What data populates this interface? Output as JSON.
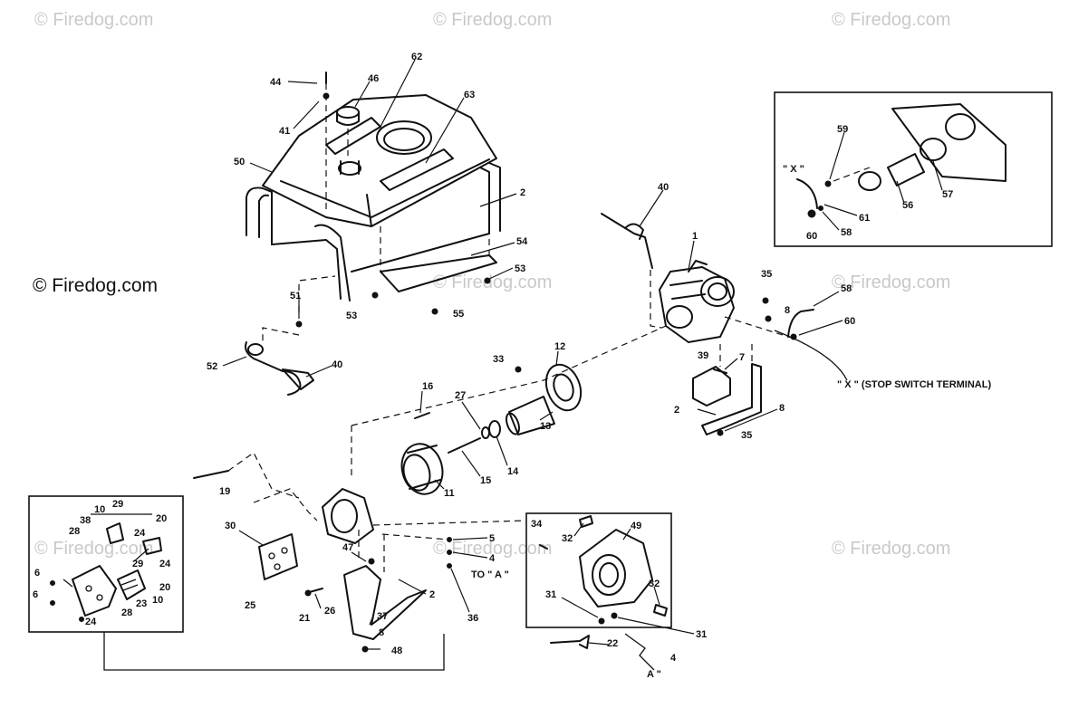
{
  "watermarks": {
    "text": "© Firedog.com",
    "strong_text": "© Firedog.com"
  },
  "annotations": {
    "stop_switch": "\" X \" (STOP SWITCH TERMINAL)",
    "inset_x": "\" X \"",
    "to_a": "TO \" A \"",
    "a_mark": "A \""
  },
  "callouts": {
    "c44": "44",
    "c46": "46",
    "c62": "62",
    "c63": "63",
    "c41": "41",
    "c50": "50",
    "c2a": "2",
    "c54": "54",
    "c53a": "53",
    "c53b": "53",
    "c55": "55",
    "c51": "51",
    "c52": "52",
    "c40a": "40",
    "c40b": "40",
    "c1": "1",
    "c35a": "35",
    "c8a": "8",
    "c58a": "58",
    "c60a": "60",
    "c39": "39",
    "c7": "7",
    "c2b": "2",
    "c8b": "8",
    "c35b": "35",
    "c33": "33",
    "c12": "12",
    "c16": "16",
    "c27": "27",
    "c13": "13",
    "c14": "14",
    "c15": "15",
    "c11": "11",
    "c19": "19",
    "c30": "30",
    "c25": "25",
    "c47": "47",
    "c5": "5",
    "c4a": "4",
    "c36": "36",
    "c2c": "2",
    "c37": "37",
    "c8c": "8",
    "c48": "48",
    "c21": "21",
    "c26": "26",
    "c34": "34",
    "c32a": "32",
    "c49": "49",
    "c32b": "32",
    "c31a": "31",
    "c31b": "31",
    "c22": "22",
    "c4b": "4",
    "c59": "59",
    "c56": "56",
    "c57": "57",
    "c61": "61",
    "c60b": "60",
    "c58b": "58",
    "c10a": "10",
    "c29a": "29",
    "c20a": "20",
    "c38": "38",
    "c28a": "28",
    "c24a": "24",
    "c24b": "24",
    "c29b": "29",
    "c20b": "20",
    "c6a": "6",
    "c6b": "6",
    "c23": "23",
    "c10b": "10",
    "c28b": "28",
    "c24c": "24"
  }
}
